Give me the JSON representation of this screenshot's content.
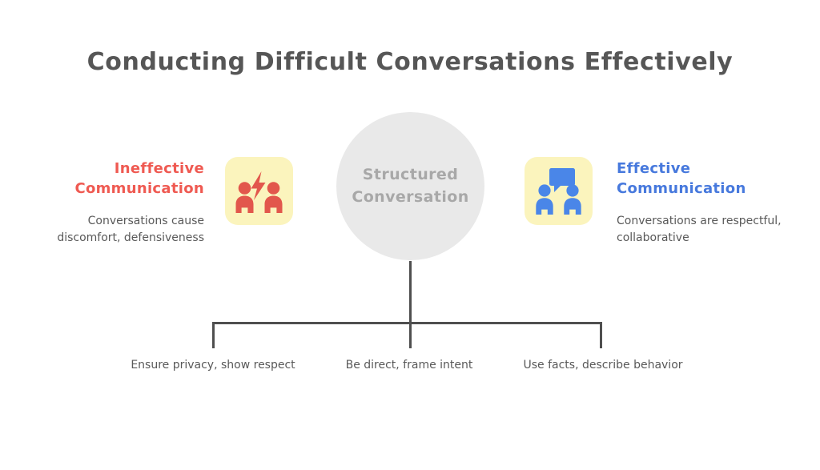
{
  "title": "Conducting Difficult Conversations Effectively",
  "center": {
    "label": "Structured Conversation",
    "line1": "Structured",
    "line2": "Conversation",
    "fill_color": "#e9e9e9",
    "text_color": "#a8a8a8"
  },
  "sides": {
    "left": {
      "heading_line1": "Ineffective",
      "heading_line2": "Communication",
      "heading_color": "#ef5a52",
      "description": "Conversations cause discomfort, defensiveness",
      "icon_name": "conflict-people-icon",
      "icon_card_color": "#fbf4bd",
      "icon_figure_color": "#e2574c"
    },
    "right": {
      "heading_line1": "Effective",
      "heading_line2": "Communication",
      "heading_color": "#4779dd",
      "description": "Conversations are respectful, collaborative",
      "icon_name": "dialogue-people-icon",
      "icon_card_color": "#fbf4bd",
      "icon_figure_color": "#4a86e8"
    }
  },
  "steps": [
    {
      "label": "Ensure privacy, show respect"
    },
    {
      "label": "Be direct, frame intent"
    },
    {
      "label": "Use facts, describe behavior"
    }
  ],
  "colors": {
    "background": "#ffffff",
    "title_text": "#565656",
    "body_text": "#595959",
    "connector_line": "#4f4f4f"
  }
}
